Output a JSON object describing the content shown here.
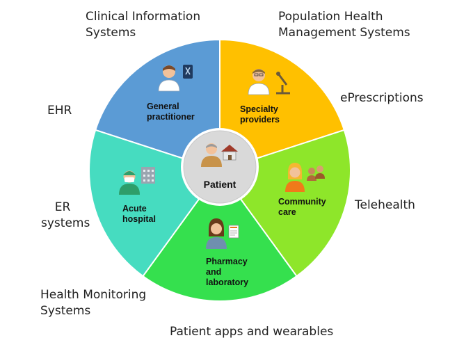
{
  "diagram": {
    "center": {
      "label": "Patient",
      "icon": "patient-home-icon"
    },
    "segments": [
      {
        "key": "gp",
        "lines": [
          "General",
          "practitioner"
        ],
        "color": "#5B9BD5",
        "icon": "doctor-xray-icon"
      },
      {
        "key": "specialty",
        "lines": [
          "Specialty",
          "providers"
        ],
        "color": "#FFC000",
        "icon": "specialist-microscope-icon"
      },
      {
        "key": "community",
        "lines": [
          "Community",
          "care"
        ],
        "color": "#8EE62A",
        "icon": "caregiver-group-icon"
      },
      {
        "key": "pharmacy",
        "lines": [
          "Pharmacy",
          "and",
          "laboratory"
        ],
        "color": "#35E04E",
        "icon": "pharmacist-prescription-icon"
      },
      {
        "key": "acute",
        "lines": [
          "Acute",
          "hospital"
        ],
        "color": "#46DCC0",
        "icon": "surgeon-hospital-icon"
      }
    ],
    "outer_labels": {
      "clinical": [
        "Clinical Information",
        "Systems"
      ],
      "population": [
        "Population Health",
        "Management Systems"
      ],
      "eprescriptions": [
        "ePrescriptions"
      ],
      "ehr": [
        "EHR"
      ],
      "telehealth": [
        "Telehealth"
      ],
      "er": [
        "ER",
        "systems"
      ],
      "monitoring": [
        "Health Monitoring",
        "Systems"
      ],
      "apps": [
        "Patient apps and wearables"
      ]
    },
    "colors": {
      "center_fill": "#D9D9D9",
      "center_ring": "#FFFFFF",
      "divider": "#FFFFFF"
    }
  }
}
